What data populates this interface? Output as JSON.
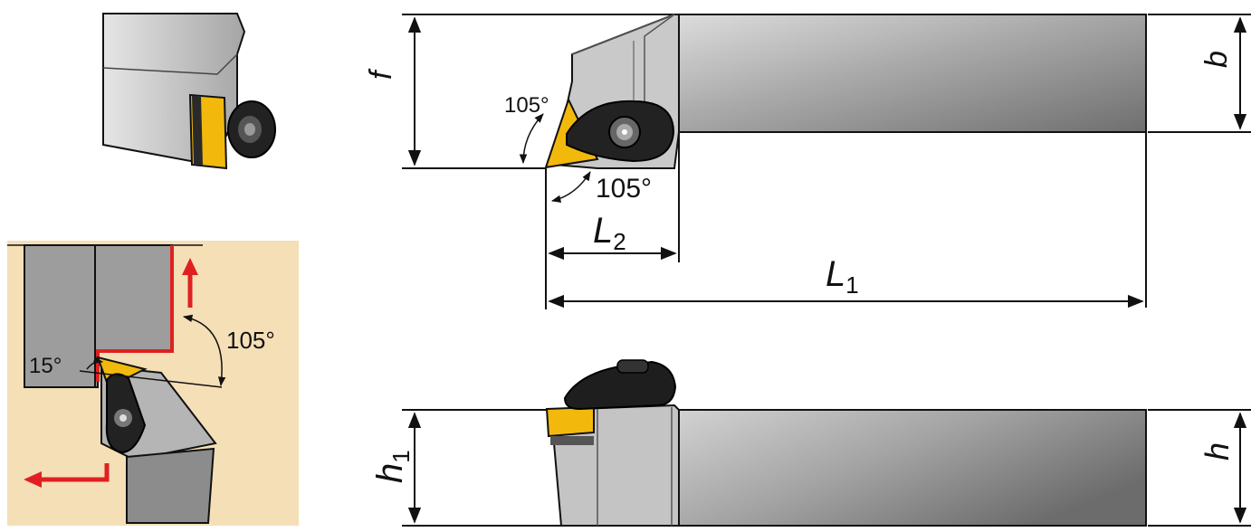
{
  "labels": {
    "angle_top": "105°",
    "angle_bottom": "105°",
    "dim_L2_main": "L",
    "dim_L2_sub": "2",
    "dim_L1_main": "L",
    "dim_L1_sub": "1",
    "dim_f": "f",
    "dim_b": "b",
    "dim_h1_main": "h",
    "dim_h1_sub": "1",
    "dim_h": "h",
    "inset_angle_small": "15°",
    "inset_angle_large": "105°"
  },
  "colors": {
    "insert_yellow": "#f2b90c",
    "shank_gray": "#9a9a9a",
    "inset_bg": "#f5dfb7",
    "feed_red": "#e02020",
    "line": "#111111"
  }
}
